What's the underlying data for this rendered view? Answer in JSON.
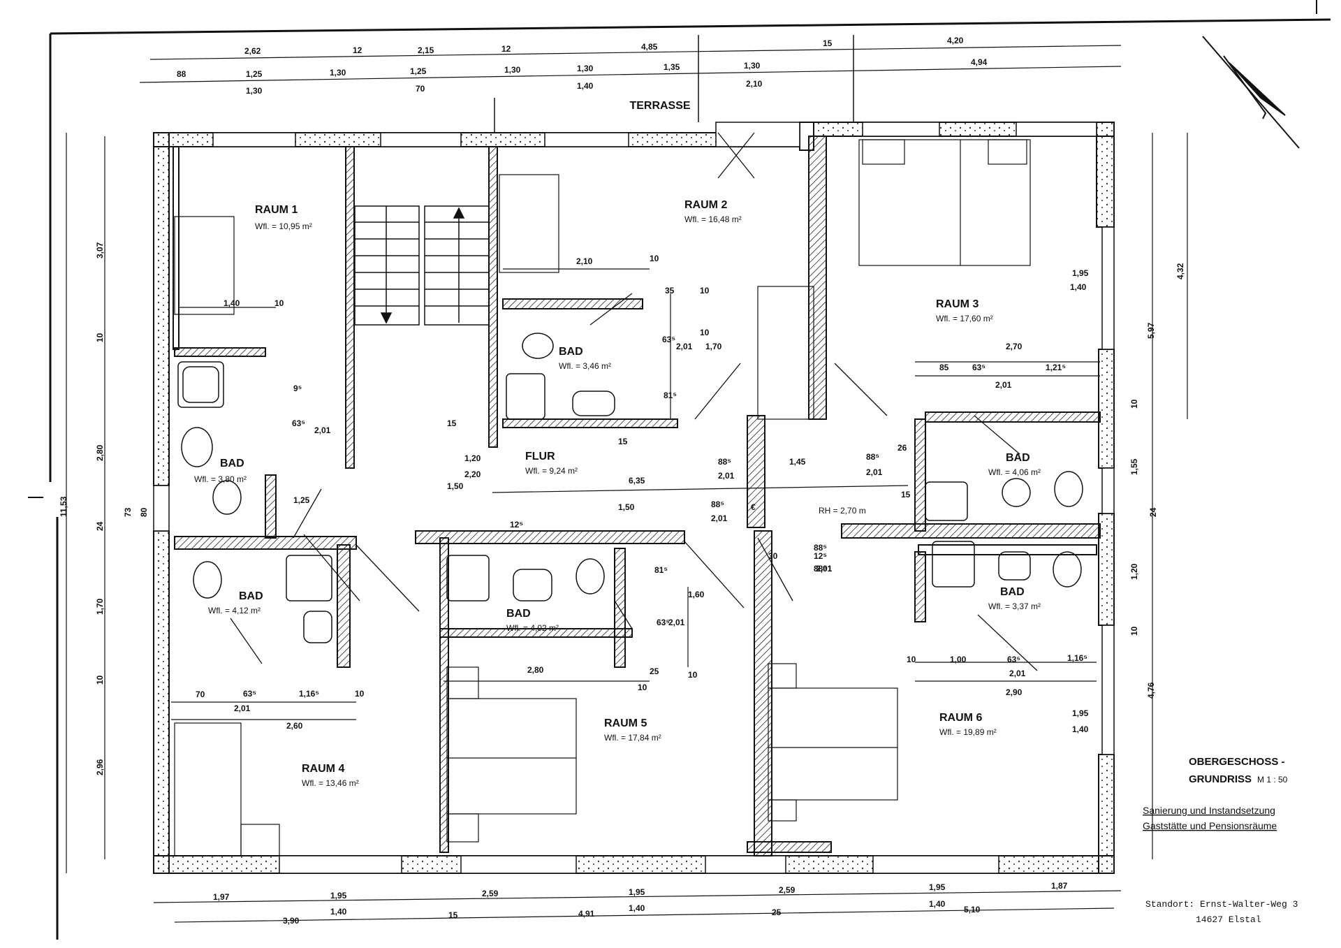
{
  "terrace_label": "TERRASSE",
  "rooms": [
    {
      "name": "RAUM 1",
      "area": "Wfl. = 10,95 m²"
    },
    {
      "name": "RAUM 2",
      "area": "Wfl. = 16,48 m²"
    },
    {
      "name": "RAUM 3",
      "area": "Wfl. = 17,60 m²"
    },
    {
      "name": "RAUM 4",
      "area": "Wfl. = 13,46 m²"
    },
    {
      "name": "RAUM 5",
      "area": "Wfl. = 17,84 m²"
    },
    {
      "name": "RAUM 6",
      "area": "Wfl. = 19,89 m²"
    },
    {
      "name": "FLUR",
      "area": "Wfl. = 9,24 m²"
    }
  ],
  "baths": [
    {
      "name": "BAD",
      "area": "Wfl. = 3,80 m²"
    },
    {
      "name": "BAD",
      "area": "Wfl. = 3,46 m²"
    },
    {
      "name": "BAD",
      "area": "Wfl. = 4,06 m²"
    },
    {
      "name": "BAD",
      "area": "Wfl. = 4,12 m²"
    },
    {
      "name": "BAD",
      "area": "Wfl. = 4,02 m²"
    },
    {
      "name": "BAD",
      "area": "Wfl. = 3,37 m²"
    }
  ],
  "room_height": "RH = 2,70 m",
  "title": {
    "line1": "OBERGESCHOSS -",
    "line2": "GRUNDRISS",
    "scale": "M 1 : 50"
  },
  "project": {
    "line1": "Sanierung und Instandsetzung",
    "line2": "Gaststätte und Pensionsräume"
  },
  "location": {
    "line1": "Standort: Ernst-Walter-Weg 3",
    "line2": "14627 Elstal"
  },
  "dimensions": {
    "top_row1": [
      "2,62",
      "12",
      "2,15",
      "12",
      "4,85",
      "15",
      "4,20"
    ],
    "top_row2": [
      "88",
      "1,25",
      "1,30",
      "1,25",
      "1,30",
      "1,30",
      "1,35",
      "1,30",
      "4,94"
    ],
    "top_row3": [
      "1,30",
      "70",
      "1,40",
      "2,10"
    ],
    "left_outer": "11,53",
    "left_inner": [
      "3,07",
      "10",
      "2,80",
      "24",
      "1,70",
      "10",
      "2,96"
    ],
    "left_window": [
      "73",
      "80"
    ],
    "right_outer": [
      "4,32",
      "5,97",
      "4,76"
    ],
    "right_inner": [
      "10",
      "1,55",
      "24",
      "1,20",
      "10"
    ],
    "bottom_row1": [
      "1,97",
      "1,95",
      "2,59",
      "1,95",
      "2,59",
      "1,95",
      "1,87"
    ],
    "bottom_row2": [
      "1,40",
      "1,40",
      "1,40"
    ],
    "bottom_row3": [
      "3,90",
      "15",
      "4,91",
      "25",
      "5,10"
    ],
    "interior": [
      "2,10",
      "10",
      "1,40",
      "10",
      "35",
      "10",
      "10",
      "63⁵",
      "2,01",
      "1,70",
      "81⁵",
      "9⁵",
      "63⁵",
      "2,01",
      "1,25",
      "15",
      "1,50",
      "1,20",
      "2,20",
      "6,35",
      "88⁵",
      "2,01",
      "1,45",
      "88⁵",
      "2,01",
      "26",
      "15",
      "15",
      "1,50",
      "12⁵",
      "88⁵",
      "2,01",
      "€",
      "88⁵",
      "2,01",
      "30",
      "12⁵",
      "88⁵",
      "2,01",
      "81⁵",
      "63⁵",
      "2,01",
      "1,60",
      "25",
      "10",
      "2,80",
      "10",
      "70",
      "63⁵",
      "1,16⁵",
      "10",
      "2,01",
      "2,60",
      "2,70",
      "85",
      "63⁵",
      "1,21⁵",
      "2,01",
      "1,95",
      "1,40",
      "10",
      "1,00",
      "63⁵",
      "1,16⁵",
      "2,01",
      "2,90",
      "1,95",
      "1,40"
    ]
  }
}
